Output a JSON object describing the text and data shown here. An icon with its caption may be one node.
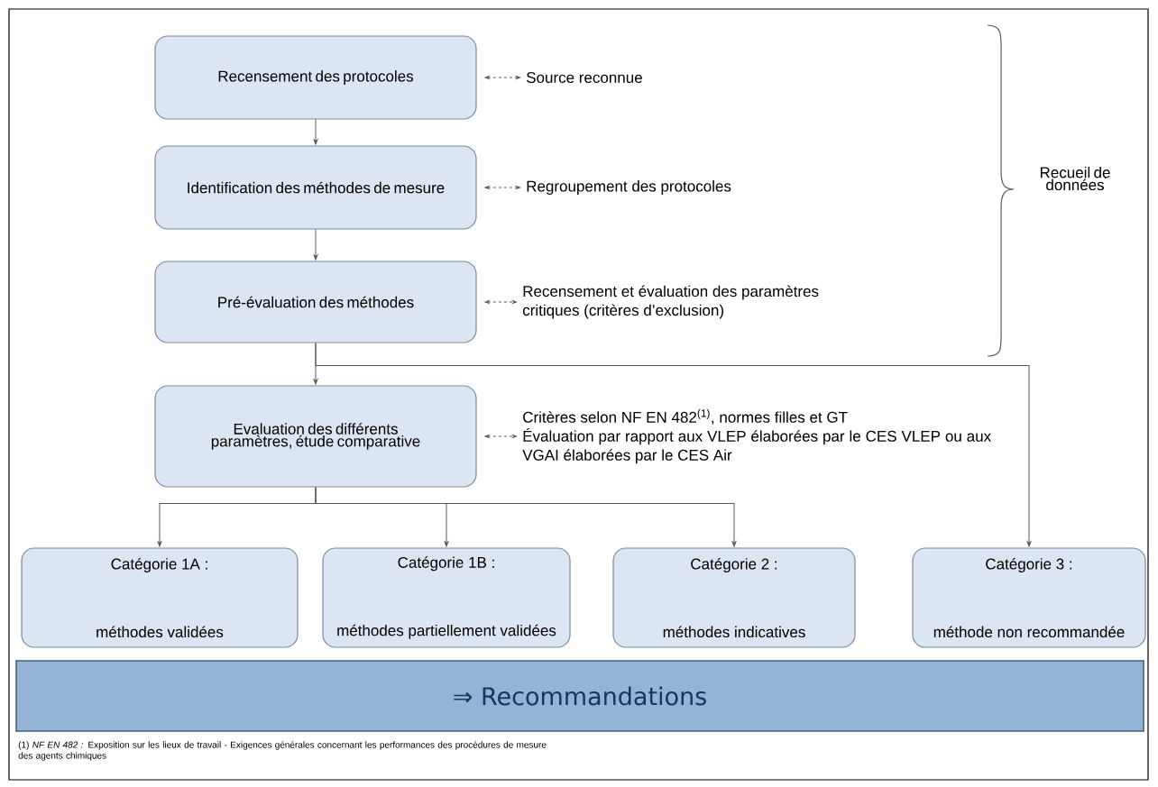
{
  "diagram": {
    "nodes": [
      {
        "text": [
          "Recensement des protocoles"
        ]
      },
      {
        "text": [
          "Source reconnue"
        ]
      },
      {
        "text": [
          "Identification des méthodes de mesure"
        ]
      },
      {
        "text": [
          "Regroupement des protocoles"
        ]
      },
      {
        "text": [
          "Pré-évaluation des méthodes"
        ]
      },
      {
        "text": [
          "Recensement et évaluation des paramètres critiques (critères d’exclusion)"
        ]
      },
      {
        "text": [
          "Evaluation des différents paramètres, étude comparative"
        ]
      },
      {
        "text": [
          "Critères selon NF EN 482$^{(1)}$, normes filles et GT",
          "Évaluation par rapport aux VLEP élaborées par le CES VLEP ou aux VGAI élaborées par le CES Air"
        ]
      },
      {
        "text": [
          "Catégorie 1A :",
          "méthodes validées"
        ]
      },
      {
        "text": [
          "Catégorie 1B :",
          "méthodes partiellement validées"
        ]
      },
      {
        "text": [
          "Catégorie 2 :",
          "méthodes indicatives"
        ]
      },
      {
        "text": [
          "Catégorie 3 :",
          "méthode non recommandée"
        ]
      },
      {
        "text": [
          "⇒ Recommandations"
        ]
      }
    ],
    "edges": [
      {
        "from": 0,
        "to": 1,
        "arrow": "both",
        "style": "dashed"
      },
      {
        "from": 0,
        "to": 2,
        "arrow": "to"
      },
      {
        "from": 2,
        "to": 3,
        "arrow": "both",
        "style": "dashed"
      },
      {
        "from": 2,
        "to": 4,
        "arrow": "to"
      },
      {
        "from": 4,
        "to": 5,
        "arrow": "both",
        "style": "dashed"
      },
      {
        "from": 4,
        "to": 6,
        "arrow": "to"
      },
      {
        "from": 4,
        "to": 11,
        "arrow": "to"
      },
      {
        "from": 6,
        "to": 7,
        "arrow": "both",
        "style": "dashed"
      },
      {
        "from": 6,
        "to": 8,
        "arrow": "to"
      },
      {
        "from": 6,
        "to": 9,
        "arrow": "to"
      },
      {
        "from": 6,
        "to": 10,
        "arrow": "to"
      }
    ],
    "labels": [
      "Recueil de données",
      "(1) *NF EN 482 :* Exposition sur les lieux de travail - Exigences générales concernant les performances des procédures de mesure des agents chimiques"
    ]
  }
}
